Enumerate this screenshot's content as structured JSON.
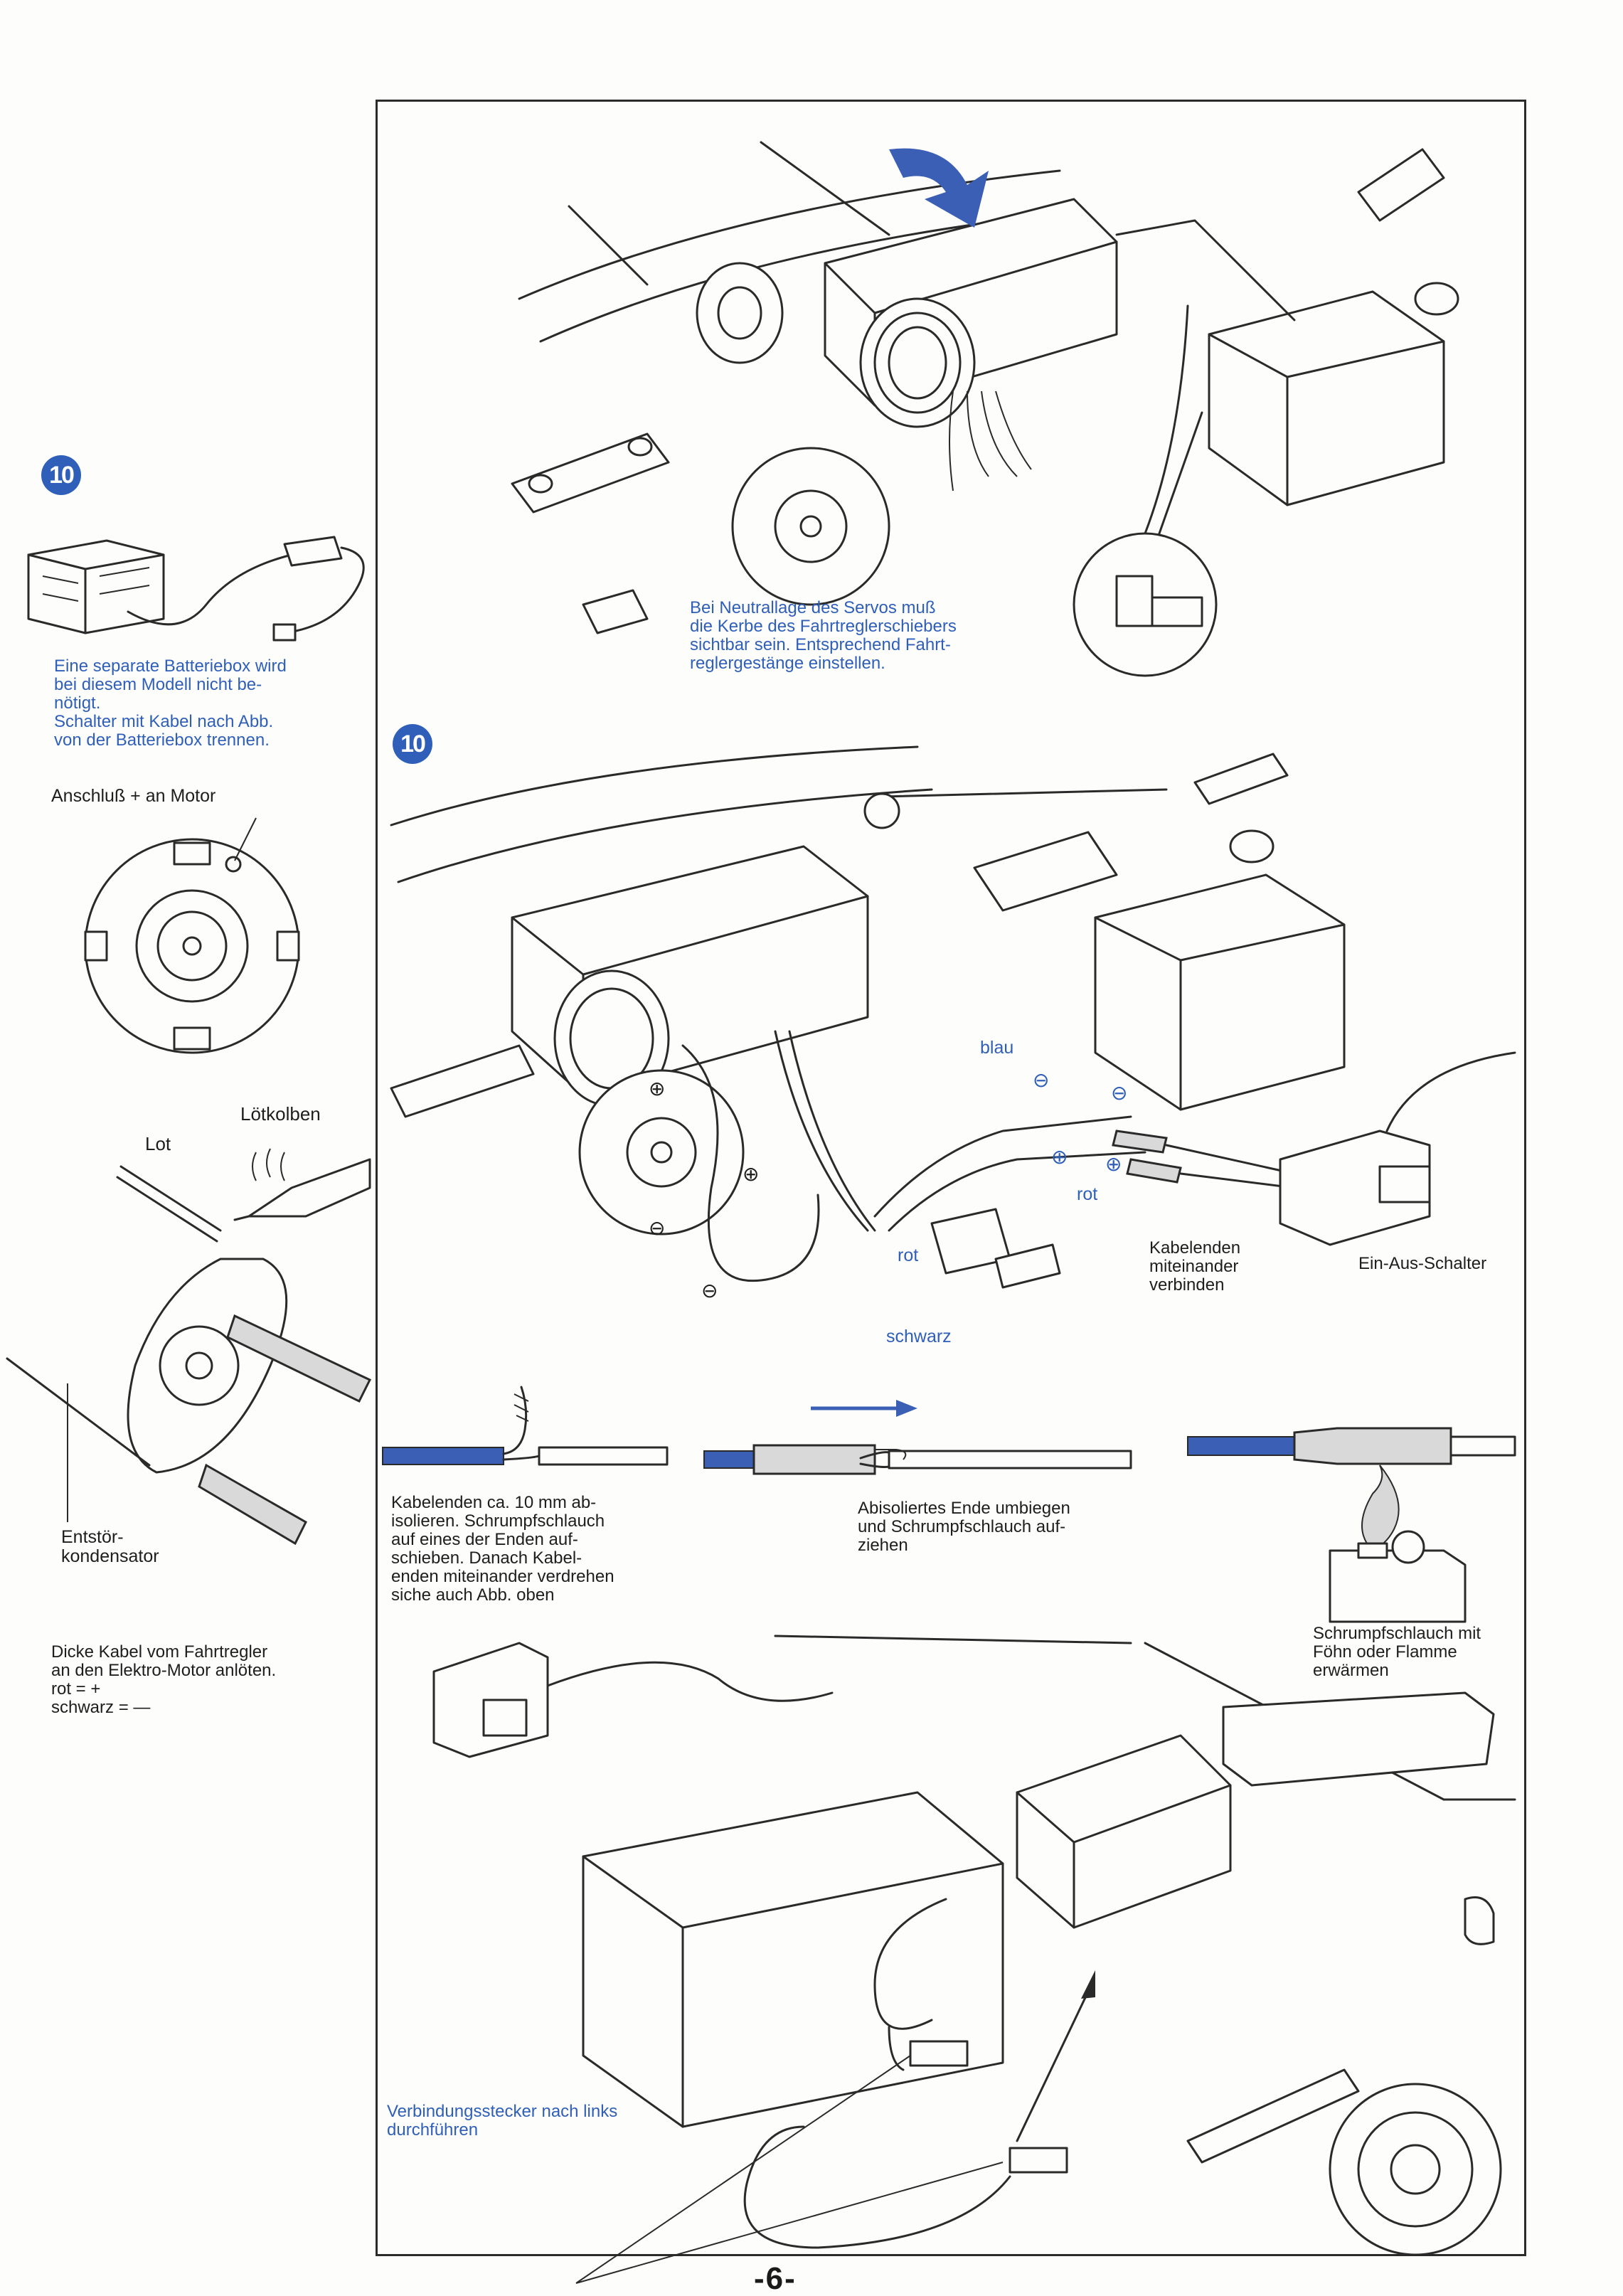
{
  "step_number": "10",
  "left_column": {
    "battery_note": "Eine separate Batteriebox wird\nbei diesem Modell nicht be-\nnötigt.\nSchalter mit Kabel nach Abb.\nvon der Batteriebox trennen.",
    "motor_label": "Anschluß + an Motor",
    "solder_iron_label": "Lötkolben",
    "solder_label": "Lot",
    "capacitor_label": "Entstör-\nkondensator",
    "wire_note": "Dicke Kabel vom Fahrtregler\nan den Elektro-Motor anlöten.\nrot = +\nschwarz = —"
  },
  "top_diagram": {
    "servo_note": "Bei Neutrallage des Servos muß\ndie Kerbe des Fahrtreglerschiebers\nsichtbar sein. Entsprechend Fahrt-\nreglergestänge einstellen."
  },
  "middle_diagram": {
    "blue_label": "blau",
    "red_label_1": "rot",
    "red_label_2": "rot",
    "black_label": "schwarz",
    "cable_join_label": "Kabelenden\nmiteinander\nverbinden",
    "switch_label": "Ein-Aus-Schalter",
    "plus_sign": "⊕",
    "minus_sign": "⊖"
  },
  "steps_row": {
    "step1": "Kabelenden ca. 10 mm ab-\nisolieren. Schrumpfschlauch\nauf eines der Enden auf-\nschieben. Danach Kabel-\nenden miteinander verdrehen\nsiche auch Abb. oben",
    "step2": "Abisoliertes Ende umbiegen\nund Schrumpfschlauch auf-\nziehen",
    "step3": "Schrumpfschlauch mit\nFöhn oder Flamme\nerwärmen"
  },
  "bottom_diagram": {
    "connector_note": "Verbindungsstecker nach links\ndurchführen"
  },
  "page_number": "-6-",
  "colors": {
    "accent_blue": "#2f5fb8",
    "line": "#2a2a2a"
  }
}
